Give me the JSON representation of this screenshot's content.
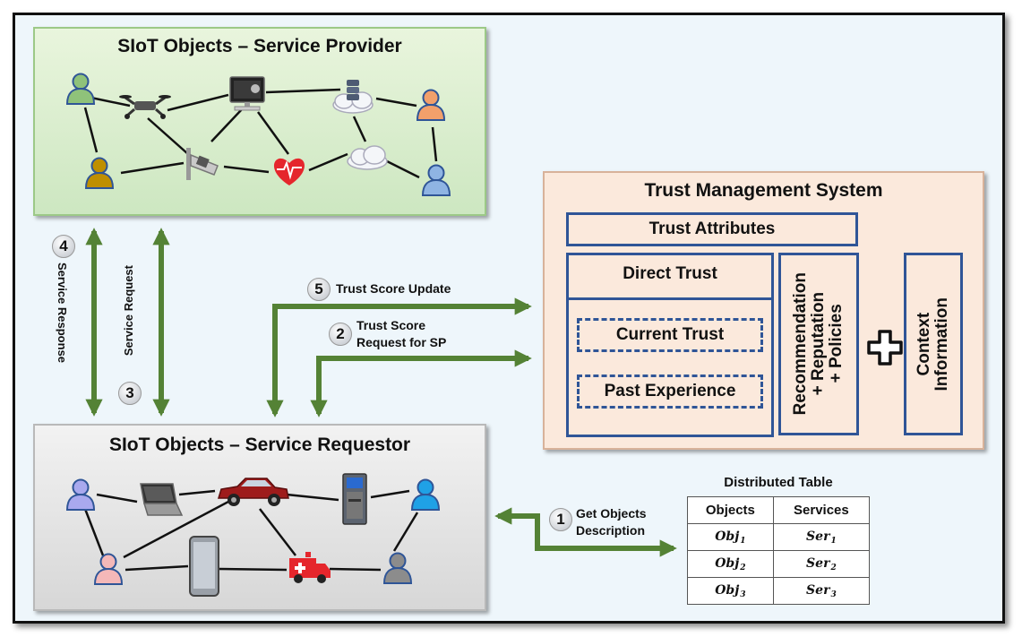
{
  "provider_panel": {
    "title": "SIoT Objects – Service Provider"
  },
  "requestor_panel": {
    "title": "SIoT Objects – Service Requestor"
  },
  "tms": {
    "title": "Trust Management System",
    "attributes": "Trust Attributes",
    "direct_trust": "Direct Trust",
    "current_trust": "Current Trust",
    "past_experience": "Past Experience",
    "recommendation": [
      "Recommendation",
      "+ Reputation",
      "+ Policies"
    ],
    "plus": "✚",
    "context": [
      "Context",
      "Information"
    ]
  },
  "steps": [
    {
      "num": "1",
      "lines": [
        "Get Objects",
        "Description"
      ]
    },
    {
      "num": "2",
      "lines": [
        "Trust Score",
        "Request for SP"
      ]
    },
    {
      "num": "3",
      "lines": [
        "Service Request"
      ]
    },
    {
      "num": "4",
      "lines": [
        "Service Response"
      ]
    },
    {
      "num": "5",
      "lines": [
        "Trust Score Update"
      ]
    }
  ],
  "distributed_table": {
    "title": "Distributed Table",
    "headers": [
      "Objects",
      "Services"
    ],
    "rows": [
      {
        "object": "Obj",
        "object_sub": "1",
        "service": "Ser",
        "service_sub": "1"
      },
      {
        "object": "Obj",
        "object_sub": "2",
        "service": "Ser",
        "service_sub": "2"
      },
      {
        "object": "Obj",
        "object_sub": "3",
        "service": "Ser",
        "service_sub": "3"
      }
    ]
  },
  "icons": {
    "provider": [
      "user-icon",
      "drone-icon",
      "monitor-icon",
      "cloud-server-icon",
      "user-icon",
      "user-icon",
      "cctv-camera-icon",
      "heart-rate-icon",
      "cloud-icon",
      "user-icon"
    ],
    "requestor": [
      "user-icon",
      "laptop-icon",
      "car-icon",
      "kiosk-icon",
      "user-icon",
      "user-icon",
      "smartphone-icon",
      "ambulance-icon",
      "user-icon"
    ]
  },
  "colors": {
    "arrow": "#548235",
    "tms_border": "#2f5597",
    "user_green": "#8fc27a",
    "user_orange": "#f2a06b",
    "user_gold": "#bf8f00",
    "user_blue": "#8fb4e3",
    "user_lavender": "#a9a9ee",
    "user_pink": "#f4b8b8",
    "user_cyan": "#1fa1e6",
    "user_gray": "#8c8c8c"
  }
}
